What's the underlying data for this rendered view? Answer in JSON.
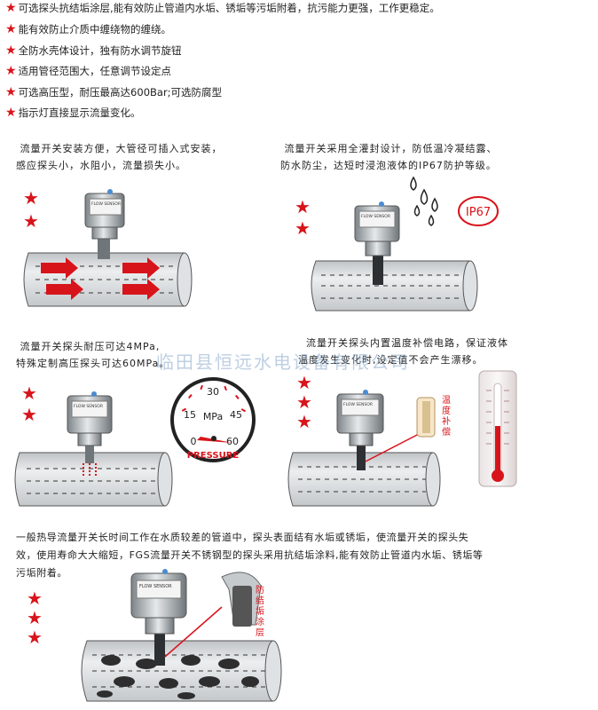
{
  "features": [
    "可选探头抗结垢涂层,能有效防止管道内水垢、锈垢等污垢附着，抗污能力更强，工作更稳定。",
    "能有效防止介质中缠绕物的缠绕。",
    "全防水壳体设计，独有防水调节旋钮",
    "适用管径范围大，任意调节设定点",
    "可选高压型，耐压最高达600Bar;可选防腐型",
    "指示灯直接显示流量变化。"
  ],
  "panels": {
    "install": {
      "text": " 流量开关安装方便，大管径可插入式安装，\n感应探头小，水阻小，流量损失小。"
    },
    "seal": {
      "text": " 流量开关采用全灌封设计，防低温冷凝结露、\n防水防尘，达短时浸泡液体的IP67防护等级。",
      "badge": "IP67"
    },
    "pressure": {
      "text": " 流量开关探头耐压可达4MPa,\n特殊定制高压探头可达60MPa。",
      "gauge": {
        "unit": "MPa",
        "label": "PRESSURE",
        "ticks": [
          "0",
          "15",
          "30",
          "45",
          "60"
        ]
      }
    },
    "temp": {
      "text": "  流量开关探头内置温度补偿电路，保证液体\n温度发生变化时,设定值不会产生漂移。",
      "probe_label": [
        "温",
        "度",
        "补",
        "偿"
      ]
    },
    "coating": {
      "text": "一般热导流量开关长时间工作在水质较差的管道中，探头表面结有水垢或锈垢，使流量开关的探头失\n效，使用寿命大大缩短，FGS流量开关不锈钢型的探头采用抗结垢涂料,能有效防止管道内水垢、锈垢等\n污垢附着。",
      "probe_label": [
        "防",
        "结",
        "垢",
        "涂",
        "层"
      ]
    }
  },
  "device": {
    "brand": "FLOW SENSOR"
  },
  "watermark": "临田县恒远水电设备有限公司",
  "colors": {
    "star": "#d8141b",
    "arrow": "#d8141b",
    "pipe": "#cfd2d4",
    "badge": "#d8141b"
  }
}
